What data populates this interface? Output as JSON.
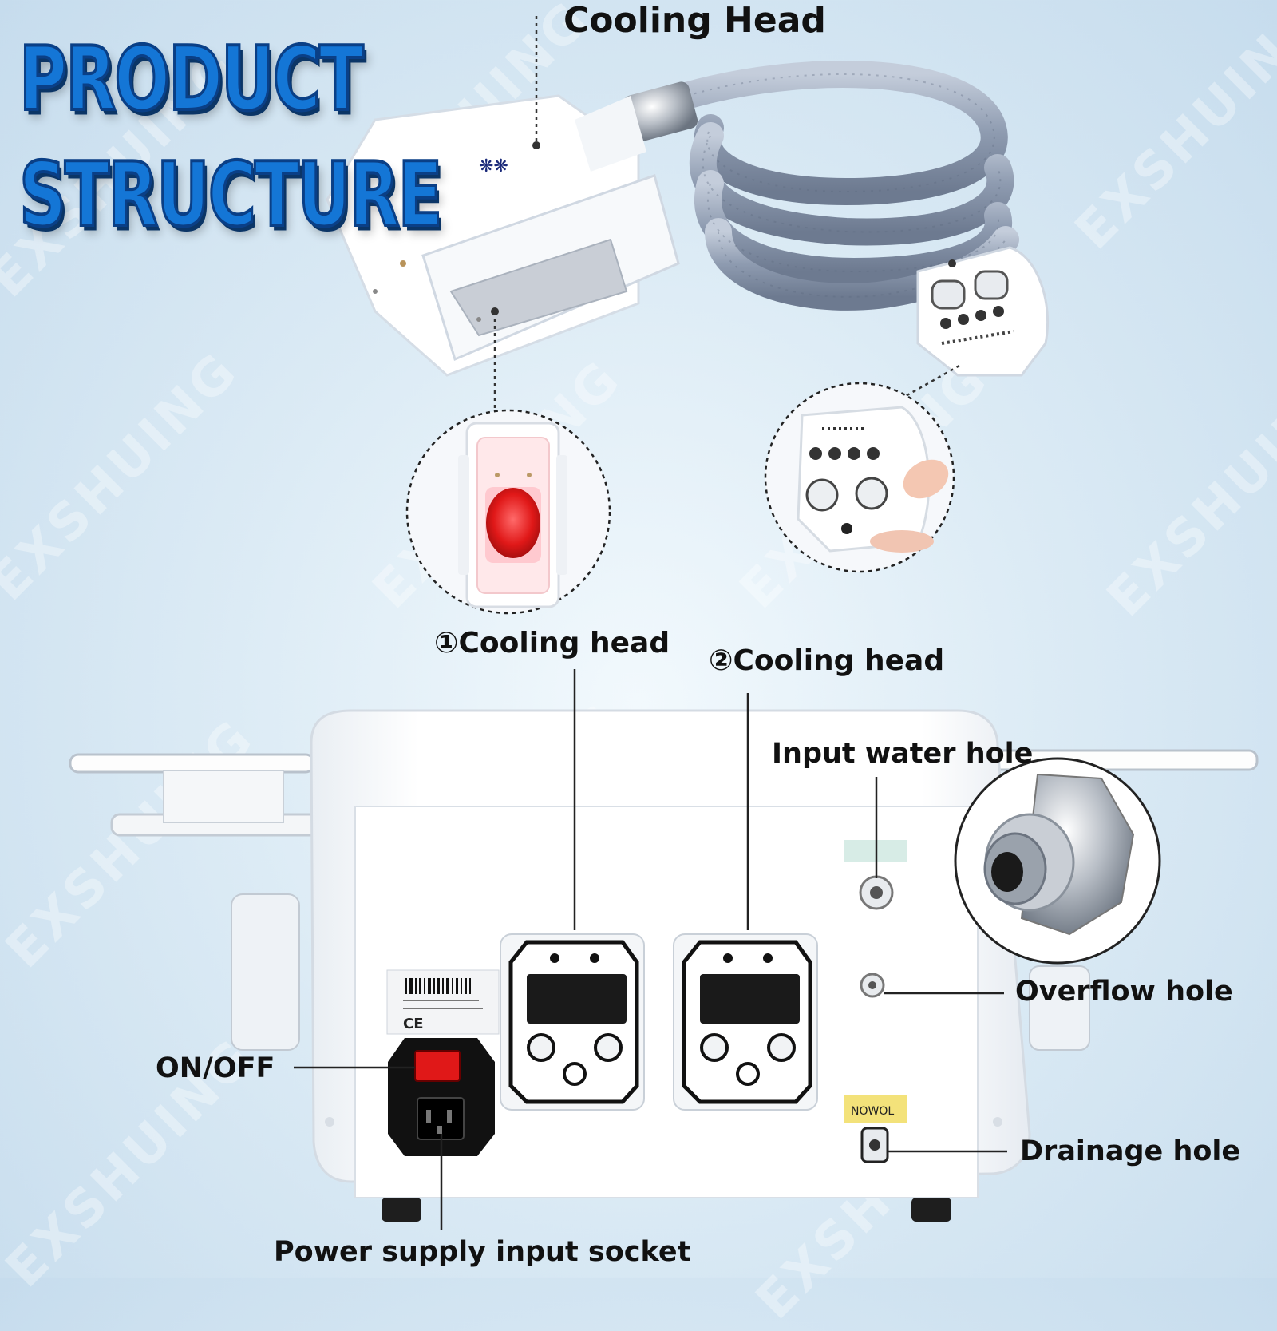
{
  "title": {
    "line1": "PRODUCT",
    "line2": "STRUCTURE"
  },
  "watermark": "EXSHUING",
  "labels": {
    "cooling_head_top": "Cooling Head",
    "cooling_head_1": "①Cooling head",
    "cooling_head_2": "②Cooling head",
    "input_water_hole": "Input water hole",
    "overflow_hole": "Overflow hole",
    "on_off": "ON/OFF",
    "drainage_hole": "Drainage hole",
    "power_supply_socket": "Power supply input socket"
  },
  "device_text": {
    "ce_mark": "CE",
    "drain_sticker": "NOWOL"
  },
  "colors": {
    "title_blue": "#1476d6",
    "hose": "#9aa6bb",
    "switch_red": "#e02020",
    "body_white": "#ffffff"
  }
}
